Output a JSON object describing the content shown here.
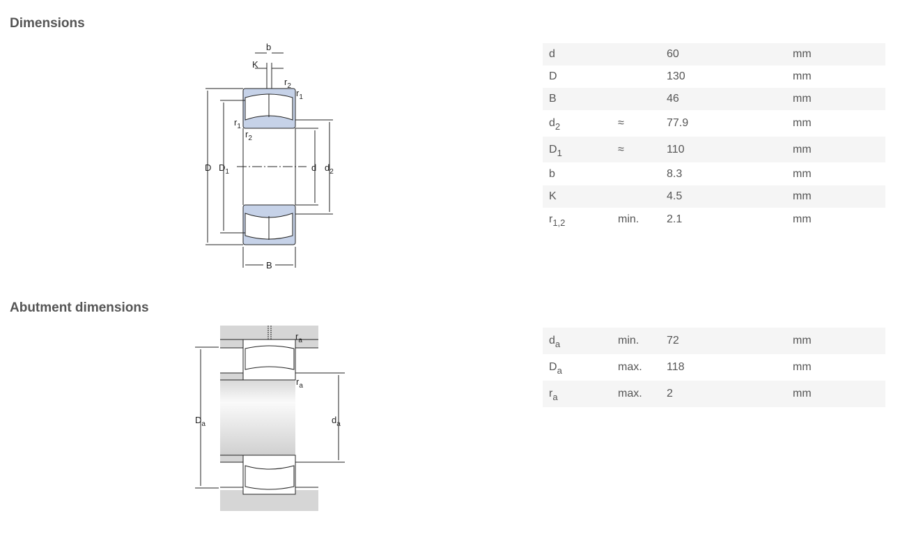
{
  "dimensions": {
    "title": "Dimensions",
    "rows": [
      {
        "name": "d",
        "sub": "",
        "qual": "",
        "value": "60",
        "unit": "mm"
      },
      {
        "name": "D",
        "sub": "",
        "qual": "",
        "value": "130",
        "unit": "mm"
      },
      {
        "name": "B",
        "sub": "",
        "qual": "",
        "value": "46",
        "unit": "mm"
      },
      {
        "name": "d",
        "sub": "2",
        "qual": "≈",
        "value": "77.9",
        "unit": "mm"
      },
      {
        "name": "D",
        "sub": "1",
        "qual": "≈",
        "value": "110",
        "unit": "mm"
      },
      {
        "name": "b",
        "sub": "",
        "qual": "",
        "value": "8.3",
        "unit": "mm"
      },
      {
        "name": "K",
        "sub": "",
        "qual": "",
        "value": "4.5",
        "unit": "mm"
      },
      {
        "name": "r",
        "sub": "1,2",
        "qual": "min.",
        "value": "2.1",
        "unit": "mm"
      }
    ],
    "drawing_labels": {
      "b": "b",
      "K": "K",
      "r": "r",
      "s1": "1",
      "s2": "2",
      "D": "D",
      "D1": "D",
      "d": "d",
      "d2": "d",
      "B": "B"
    }
  },
  "abutment": {
    "title": "Abutment dimensions",
    "rows": [
      {
        "name": "d",
        "sub": "a",
        "qual": "min.",
        "value": "72",
        "unit": "mm"
      },
      {
        "name": "D",
        "sub": "a",
        "qual": "max.",
        "value": "118",
        "unit": "mm"
      },
      {
        "name": "r",
        "sub": "a",
        "qual": "max.",
        "value": "2",
        "unit": "mm"
      }
    ],
    "drawing_labels": {
      "r": "r",
      "a": "a",
      "D": "D",
      "d": "d"
    }
  }
}
